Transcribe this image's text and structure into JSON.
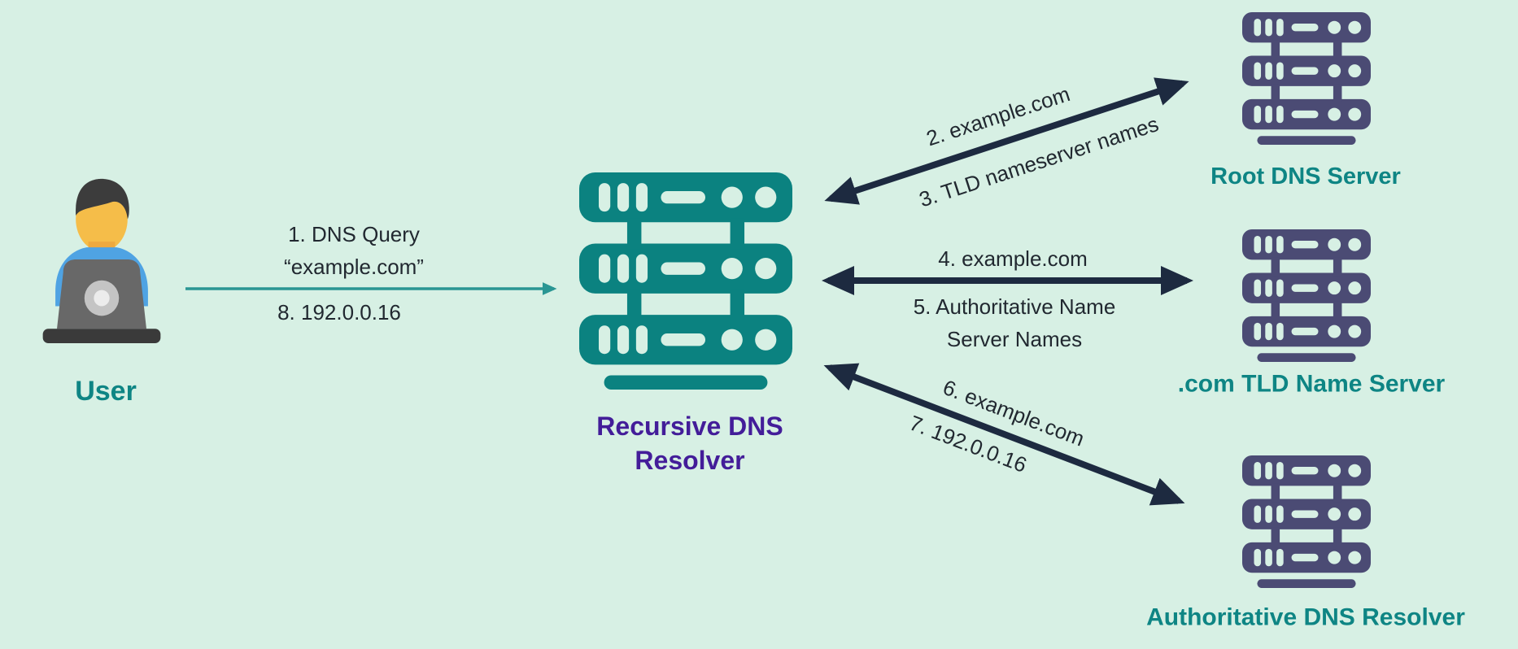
{
  "colors": {
    "background": "#d7f0e4",
    "teal_server": "#0b8280",
    "teal_text": "#0e8584",
    "navy_server": "#4b4b74",
    "arrow_navy": "#1d2a40",
    "arrow_teal": "#2a9693",
    "purple_text": "#431d99",
    "annotation_text": "#212830"
  },
  "icons": {
    "user": "person-at-laptop-icon",
    "resolver": "server-rack-icon",
    "root": "server-rack-icon",
    "tld": "server-rack-icon",
    "authoritative": "server-rack-icon"
  },
  "nodes": {
    "user": {
      "label": "User"
    },
    "resolver": {
      "label_line1": "Recursive DNS",
      "label_line2": "Resolver"
    },
    "root": {
      "label": "Root DNS Server"
    },
    "tld": {
      "label": ".com TLD Name Server"
    },
    "authoritative": {
      "label": "Authoritative DNS Resolver"
    }
  },
  "messages": {
    "m1_line1": "1. DNS Query",
    "m1_line2": "“example.com”",
    "m8": "8. 192.0.0.16",
    "m2": "2. example.com",
    "m3": "3. TLD nameserver names",
    "m4": "4. example.com",
    "m5_line1": "5. Authoritative Name",
    "m5_line2": "Server Names",
    "m6": "6. example.com",
    "m7": "7. 192.0.0.16"
  }
}
